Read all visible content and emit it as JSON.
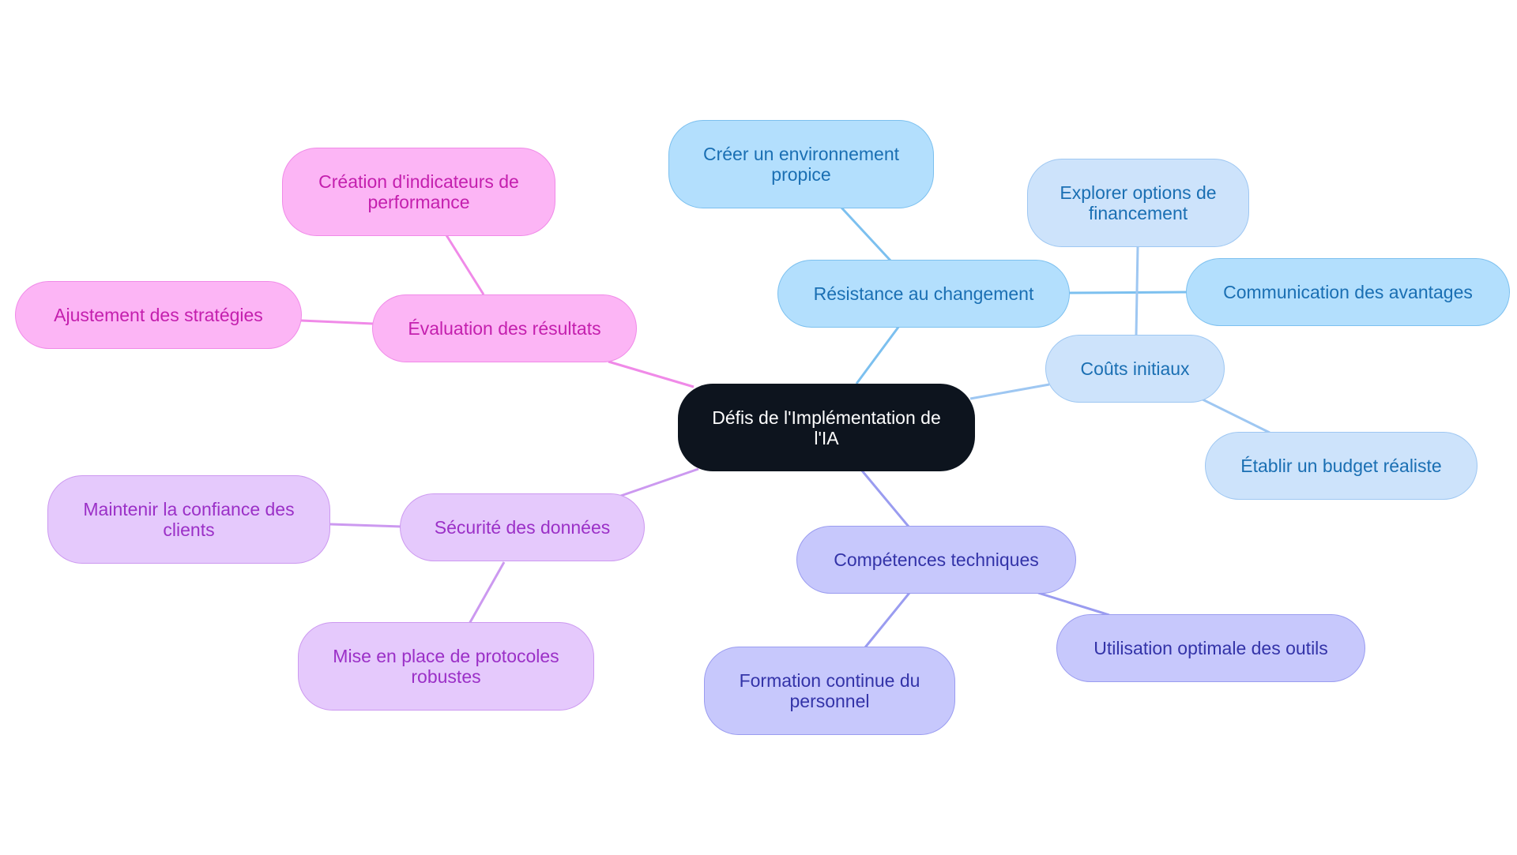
{
  "diagram": {
    "root": {
      "label": "Défis de l'Implémentation de l'IA"
    },
    "branches": {
      "resistance": {
        "label": "Résistance au changement",
        "color": "#7cc0ef",
        "children": {
          "env": "Créer un environnement propice",
          "comm": "Communication des avantages"
        }
      },
      "couts": {
        "label": "Coûts initiaux",
        "color": "#9ec7f2",
        "children": {
          "financement": "Explorer options de financement",
          "budget": "Établir un budget réaliste"
        }
      },
      "competences": {
        "label": "Compétences techniques",
        "color": "#9a9cf0",
        "children": {
          "outils": "Utilisation optimale des outils",
          "formation": "Formation continue du personnel"
        }
      },
      "securite": {
        "label": "Sécurité des données",
        "color": "#cc99f0",
        "children": {
          "confiance": "Maintenir la confiance des clients",
          "protocoles": "Mise en place de protocoles robustes"
        }
      },
      "evaluation": {
        "label": "Évaluation des résultats",
        "color": "#f08ae8",
        "children": {
          "indicateurs": "Création d'indicateurs de performance",
          "ajustement": "Ajustement des stratégies"
        }
      }
    }
  }
}
